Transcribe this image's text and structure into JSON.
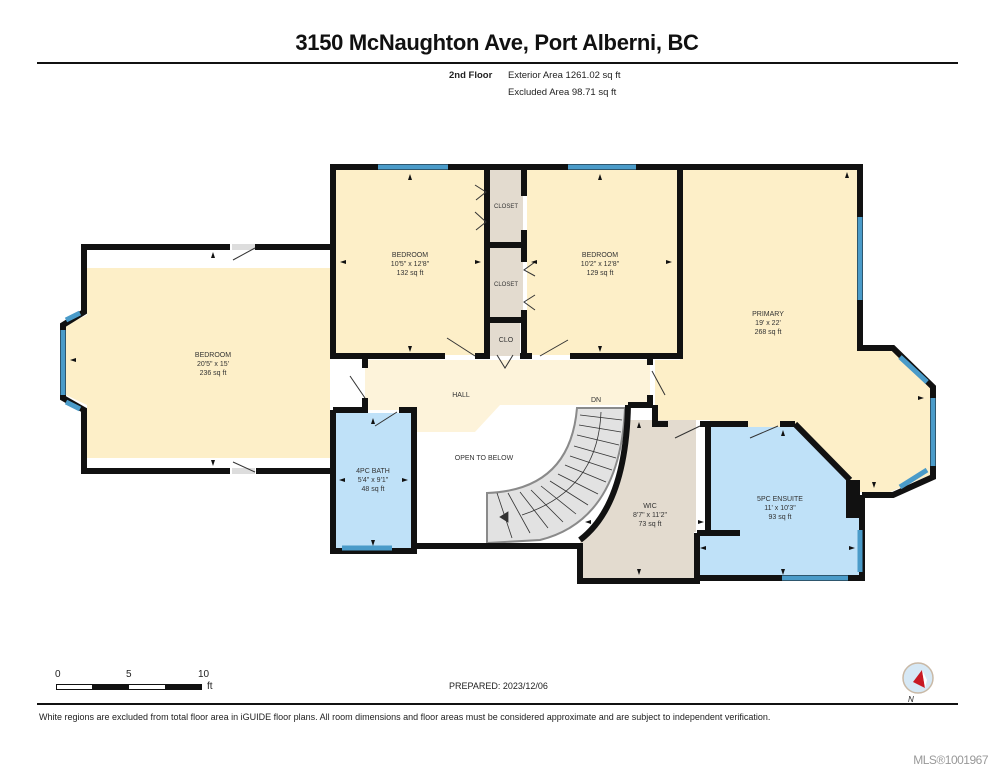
{
  "header": {
    "title": "3150 McNaughton Ave, Port Alberni, BC",
    "floor": "2nd Floor",
    "exterior_area": "Exterior Area 1261.02 sq ft",
    "excluded_area": "Excluded Area 98.71 sq ft"
  },
  "rooms": [
    {
      "name": "BEDROOM",
      "dims": "20'5\" x 15'",
      "area": "236 sq ft"
    },
    {
      "name": "BEDROOM",
      "dims": "10'5\" x 12'8\"",
      "area": "132 sq ft"
    },
    {
      "name": "BEDROOM",
      "dims": "10'2\" x 12'8\"",
      "area": "129 sq ft"
    },
    {
      "name": "PRIMARY",
      "dims": "19' x 22'",
      "area": "268 sq ft"
    },
    {
      "name": "4PC BATH",
      "dims": "5'4\" x 9'1\"",
      "area": "48 sq ft"
    },
    {
      "name": "WIC",
      "dims": "8'7\" x 11'2\"",
      "area": "73 sq ft"
    },
    {
      "name": "5PC ENSUITE",
      "dims": "11' x 10'3\"",
      "area": "93 sq ft"
    }
  ],
  "labels": {
    "closet1": "CLOSET",
    "closet2": "CLOSET",
    "clo": "CLO",
    "hall": "HALL",
    "dn": "DN",
    "open_to_below": "OPEN TO BELOW"
  },
  "colors": {
    "living": "#fdefc8",
    "bath": "#bfe1f8",
    "closet": "#e3dbcf",
    "wall": "#111111",
    "window": "#4a9bc9",
    "stair": "#e2e2e2"
  },
  "scale": {
    "ticks": [
      "0",
      "5",
      "10"
    ],
    "unit": "ft"
  },
  "footer": {
    "prepared": "PREPARED: 2023/12/06",
    "disclaimer": "White regions are excluded from total floor area in iGUIDE floor plans. All room dimensions and floor areas must be considered approximate and are subject to independent verification.",
    "compass_label": "N",
    "mls": "MLS®1001967"
  }
}
